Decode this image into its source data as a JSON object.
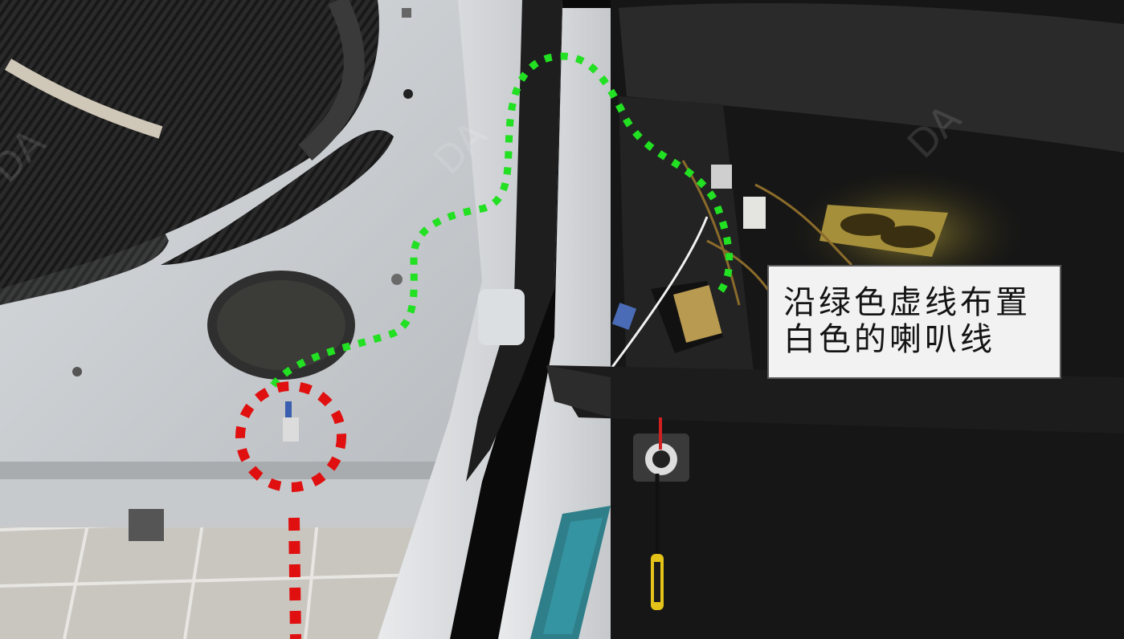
{
  "photo": {
    "subject": "car-door-and-dashboard-wiring",
    "green_path_color": "#22e022",
    "red_marker_color": "#e01010"
  },
  "callout": {
    "line1": "沿绿色虚线布置",
    "line2": "白色的喇叭线"
  }
}
